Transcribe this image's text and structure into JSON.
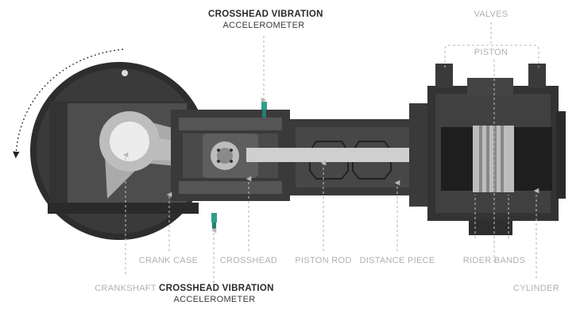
{
  "labels": {
    "top_accel_title": "CROSSHEAD VIBRATION",
    "top_accel_sub": "ACCELEROMETER",
    "bottom_accel_title": "CROSSHEAD VIBRATION",
    "bottom_accel_sub": "ACCELEROMETER",
    "valves": "VALVES",
    "piston": "PISTON",
    "crank_case": "CRANK CASE",
    "crosshead": "CROSSHEAD",
    "piston_rod": "PISTON ROD",
    "distance_piece": "DISTANCE PIECE",
    "rider_bands": "RIDER BANDS",
    "crankshaft": "CRANKSHAFT",
    "cylinder": "CYLINDER"
  },
  "colors": {
    "dark_body": "#3a3a3a",
    "mid_body": "#555555",
    "light_part": "#bdbdbd",
    "sensor": "#2f9e8a",
    "leader": "#b8b8b8"
  }
}
